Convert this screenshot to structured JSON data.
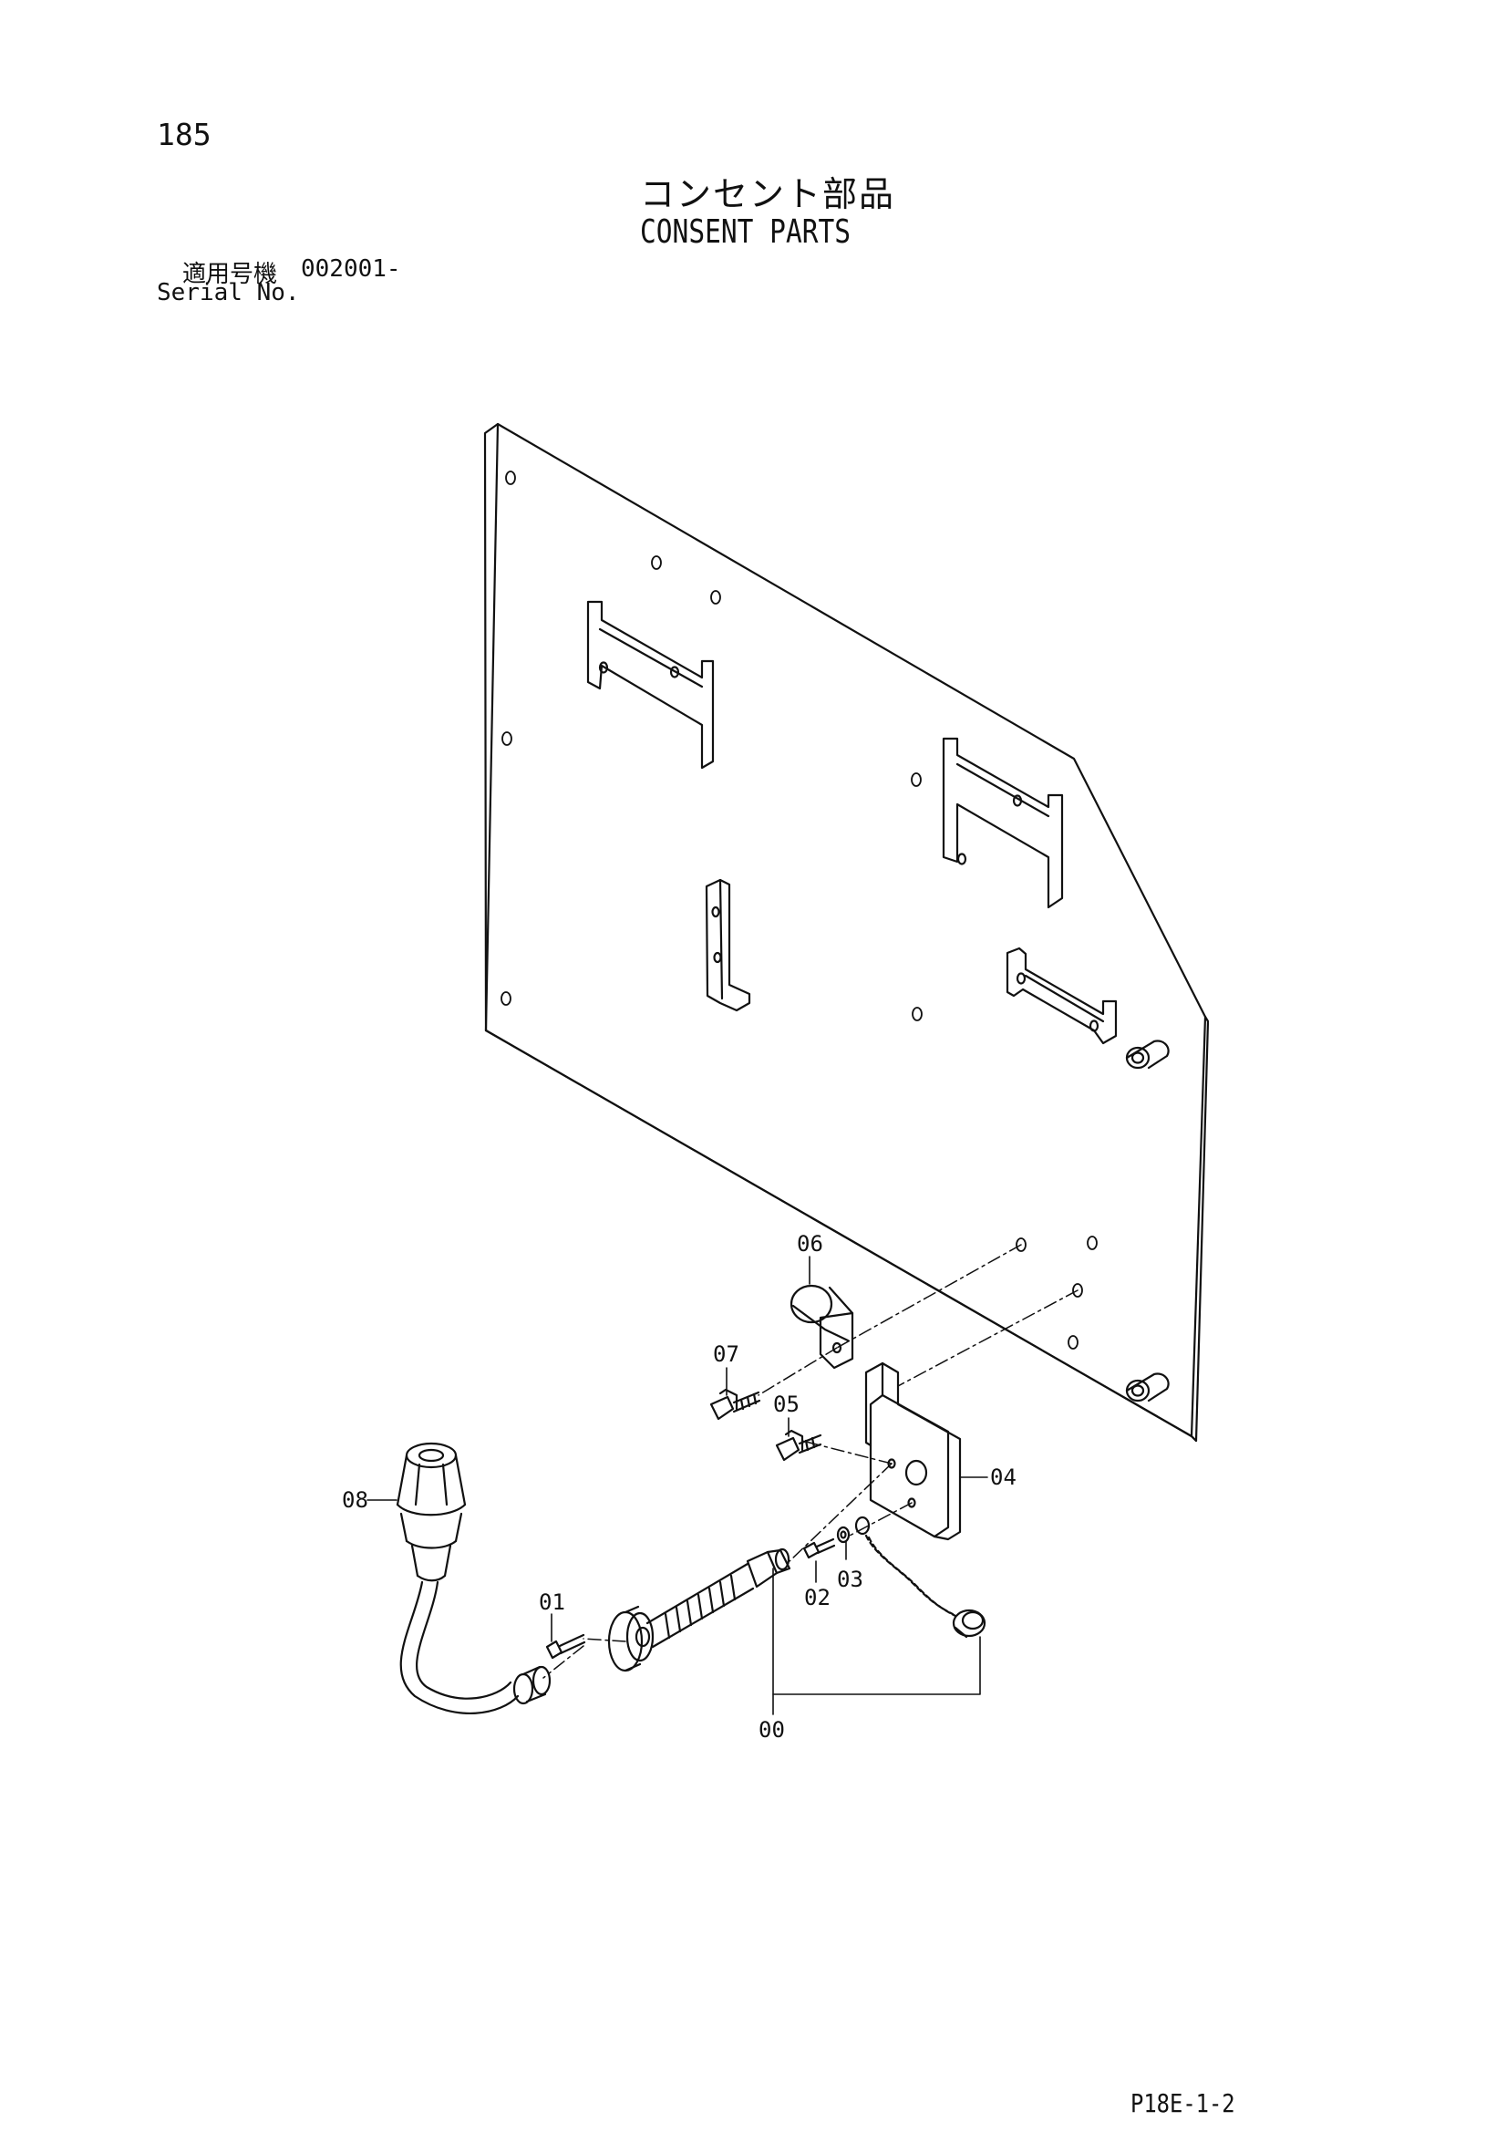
{
  "page": {
    "number": "185",
    "title_jp": "コンセント部品",
    "title_en": "CONSENT PARTS",
    "serial_label_jp": "適用号機",
    "serial_value": "002001-",
    "serial_label_en": "Serial No.",
    "footer_code": "P18E-1-2"
  },
  "callouts": [
    {
      "id": "00",
      "label": "00"
    },
    {
      "id": "01",
      "label": "01"
    },
    {
      "id": "02",
      "label": "02"
    },
    {
      "id": "03",
      "label": "03"
    },
    {
      "id": "04",
      "label": "04"
    },
    {
      "id": "05",
      "label": "05"
    },
    {
      "id": "06",
      "label": "06"
    },
    {
      "id": "07",
      "label": "07"
    },
    {
      "id": "08",
      "label": "08"
    }
  ]
}
